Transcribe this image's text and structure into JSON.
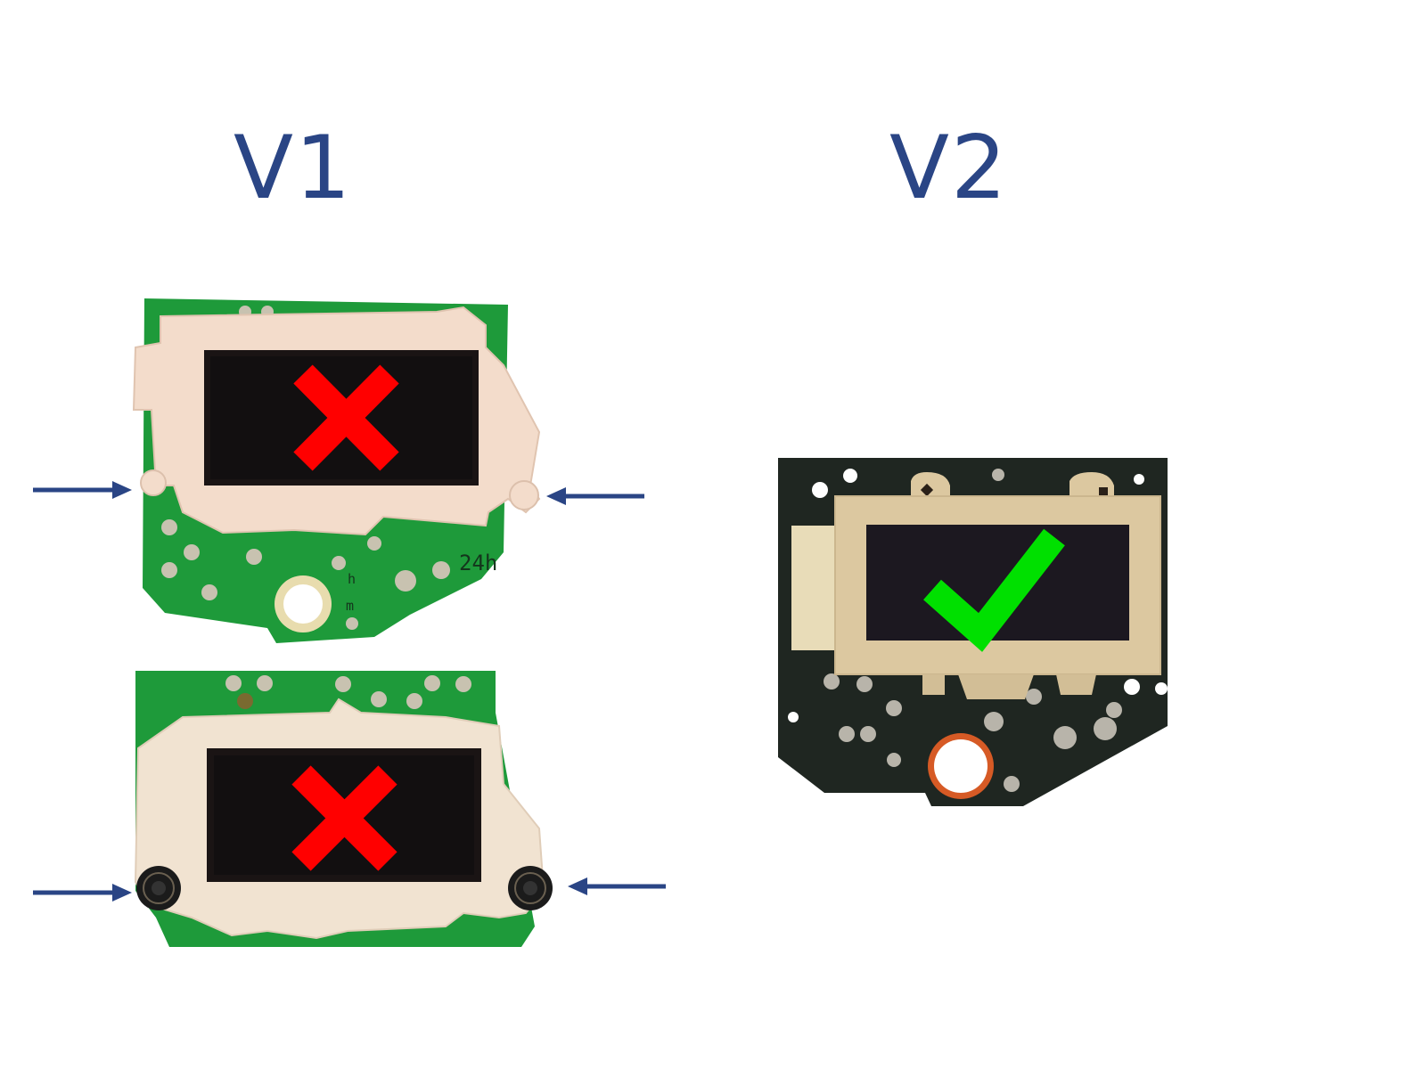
{
  "labels": {
    "version_1": "V1",
    "version_2": "V2"
  },
  "pcb_markings": {
    "timer": "24h",
    "hour": "h",
    "minute": "m"
  },
  "colors": {
    "title": "#2a4585",
    "arrow": "#2a4585",
    "reject_mark": "#ff0000",
    "accept_mark": "#00e000",
    "pcb_v1": "#1e9a3a",
    "pcb_v2": "#1f2621",
    "bracket_v1": "#f3dccb",
    "bracket_v2": "#dcc8a0"
  },
  "status": {
    "version_1": "rejected",
    "version_2": "approved"
  }
}
